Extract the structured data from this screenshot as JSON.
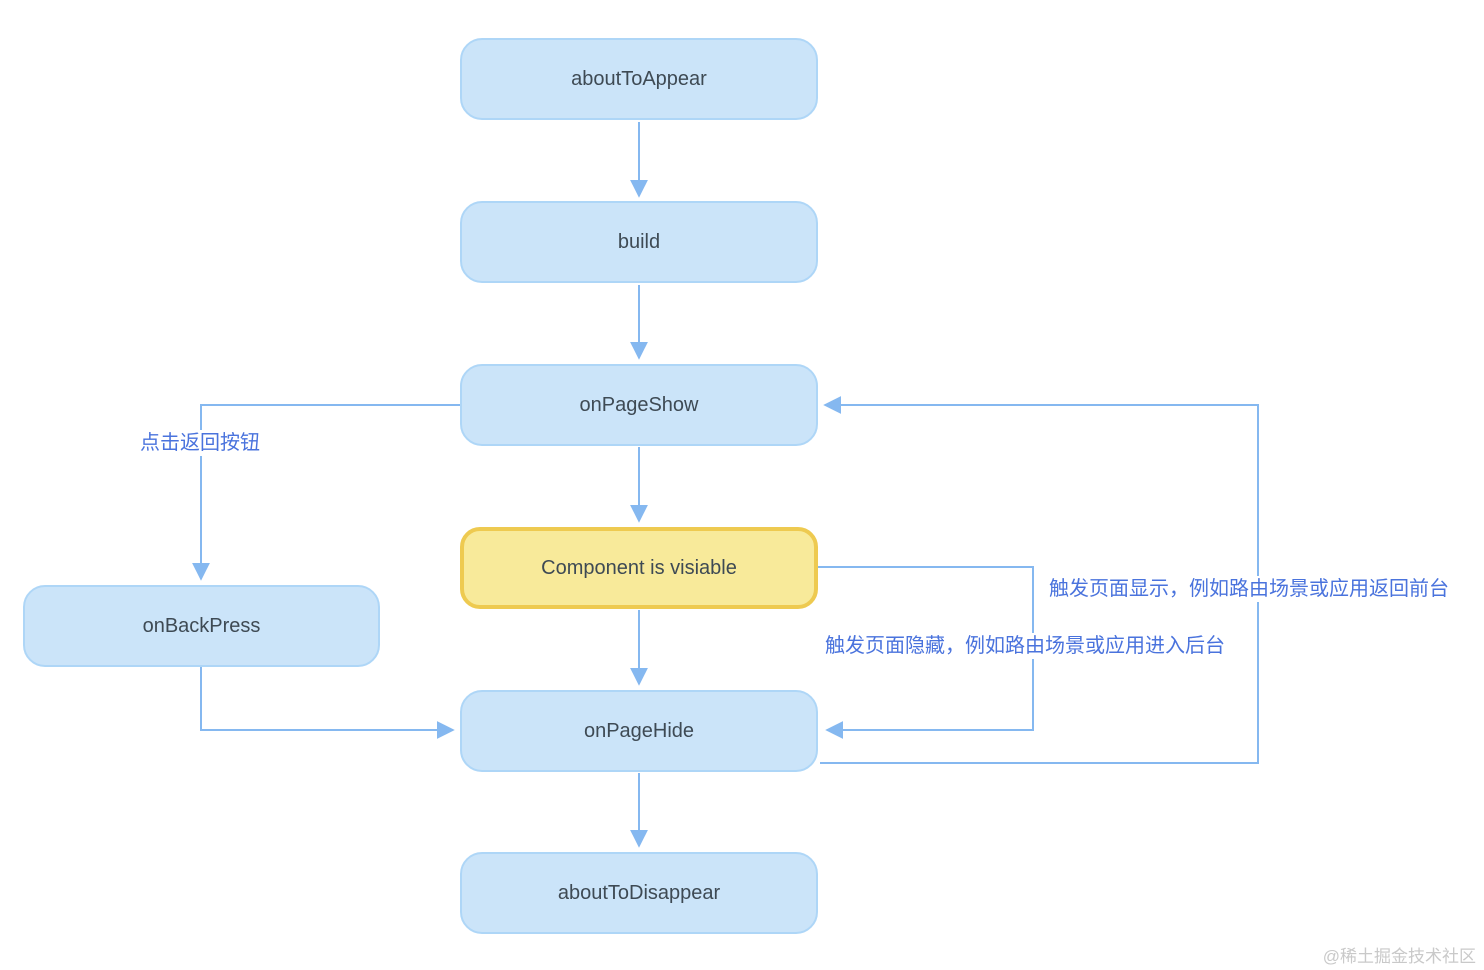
{
  "diagram": {
    "title_hint": "page-lifecycle-flowchart",
    "nodes": {
      "about_to_appear": {
        "label": "aboutToAppear"
      },
      "build": {
        "label": "build"
      },
      "on_page_show": {
        "label": "onPageShow"
      },
      "component_visible": {
        "label": "Component is visiable"
      },
      "on_back_press": {
        "label": "onBackPress"
      },
      "on_page_hide": {
        "label": "onPageHide"
      },
      "about_to_disappear": {
        "label": "aboutToDisappear"
      }
    },
    "annotations": {
      "click_back": "点击返回按钮",
      "trigger_show": "触发页面显示，例如路由场景或应用返回前台",
      "trigger_hide": "触发页面隐藏，例如路由场景或应用进入后台"
    },
    "edges": [
      {
        "from": "about_to_appear",
        "to": "build"
      },
      {
        "from": "build",
        "to": "on_page_show"
      },
      {
        "from": "on_page_show",
        "to": "component_visible"
      },
      {
        "from": "component_visible",
        "to": "on_page_hide"
      },
      {
        "from": "on_page_hide",
        "to": "about_to_disappear"
      },
      {
        "from": "on_page_show",
        "to": "on_back_press",
        "label": "点击返回按钮"
      },
      {
        "from": "on_back_press",
        "to": "on_page_hide"
      },
      {
        "from": "component_visible",
        "to": "on_page_hide",
        "label": "触发页面隐藏，例如路由场景或应用进入后台"
      },
      {
        "from": "on_page_hide",
        "to": "on_page_show",
        "label": "触发页面显示，例如路由场景或应用返回前台"
      }
    ],
    "colors": {
      "node_fill": "#cbe4f9",
      "node_border": "#aed6f7",
      "highlight_fill": "#f8ea9a",
      "highlight_border": "#eeca50",
      "connector": "#85b8f0",
      "annotation_text": "#4a73dd",
      "node_text": "#3e4a54",
      "watermark_text": "#c9c9c9"
    }
  },
  "watermark": {
    "label": "@稀土掘金技术社区"
  }
}
